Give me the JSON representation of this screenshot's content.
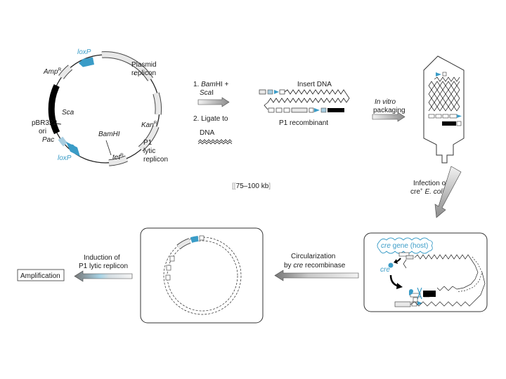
{
  "plasmid": {
    "loxp_top": "loxP",
    "loxp_bottom": "loxP",
    "amp": "Amp",
    "amp_sup": "R",
    "plasmid_replicon_1": "Plasmid",
    "plasmid_replicon_2": "replicon",
    "sca": "Sca",
    "pbr_1": "pBR322",
    "pbr_2": "ori",
    "pac": "Pac",
    "kan": "Kan",
    "kan_sup": "R",
    "bamhi": "BamHI",
    "tet": "tet",
    "tet_sup": "R",
    "p1_lytic_1": "P1",
    "p1_lytic_2": "lytic",
    "p1_lytic_3": "replicon"
  },
  "step1": {
    "line1_num": "1. ",
    "line1_enzyme": "Bam",
    "line1_rest": "HI +",
    "line2_enzyme": "Sca",
    "line2_rest": "I",
    "ligate": "2. Ligate to",
    "dna": "DNA"
  },
  "recombinant": {
    "insert_label": "Insert DNA",
    "p1_label": "P1 recombinant"
  },
  "packaging": {
    "line1": "In vitro",
    "line2": "packaging"
  },
  "size_label": "75–100 kb",
  "infection": {
    "line1": "Infection of",
    "line2_a": "cre",
    "line2_sup": "+",
    "line2_b": " E. coli"
  },
  "cre_box": {
    "gene_label_ital": "cre",
    "gene_label_rest": " gene (host)",
    "cre_protein": "cre"
  },
  "circularization": {
    "line1": "Circularization",
    "line2_a": "by ",
    "line2_ital": "cre",
    "line2_b": " recombinase"
  },
  "induction": {
    "line1": "Induction of",
    "line2": "P1 lytic replicon"
  },
  "amplification": "Amplification",
  "colors": {
    "lox_blue": "#3a9cc7",
    "black_segment": "#000000",
    "box_border": "#333333"
  }
}
